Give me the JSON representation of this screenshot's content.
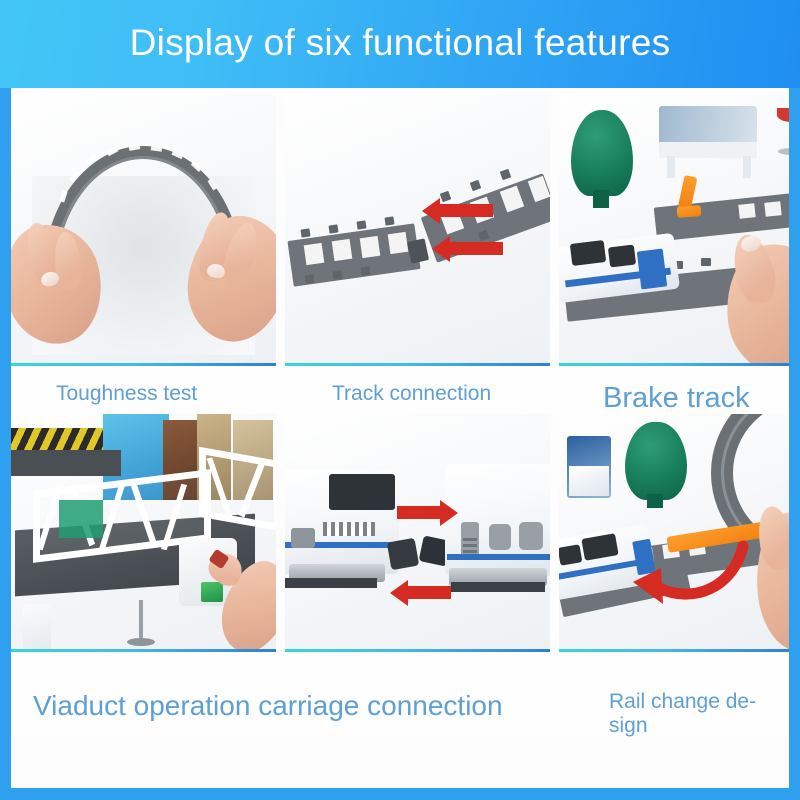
{
  "banner": {
    "title": "Display of six functional features",
    "gradient_from": "#43c6f7",
    "gradient_to": "#1f8ef1"
  },
  "page": {
    "border_color": "#2f9ff0",
    "board_background": "#fdfdfd",
    "caption_color": "#5e9fd4",
    "divider_gradient_from": "#34d9d4",
    "divider_gradient_to": "#2f7fd8"
  },
  "features": [
    {
      "id": "toughness-test",
      "caption": "Toughness test",
      "row": 1,
      "column": 1,
      "scene": "two hands bending a gray plastic track into an arch over a white surface"
    },
    {
      "id": "track-connection",
      "caption": "Track connection",
      "row": 1,
      "column": 2,
      "scene": "two gray track segments joining, two red arrows pointing left at the joint",
      "arrows": [
        "left",
        "left"
      ],
      "arrow_color": "#d62b22"
    },
    {
      "id": "brake-track",
      "caption": "Brake track",
      "row": 1,
      "column": 3,
      "scene": "white and blue train on gray track with orange brake levers, green tree, a hand pressing the lever",
      "accent_color": "#ef7f12"
    },
    {
      "id": "viaduct-operation",
      "caption": "Viaduct operation carriage connection",
      "row": 2,
      "column": 1,
      "scene": "white truss viaduct bridge over gray roadway with blue city buildings backdrop and a hand pressing a green button"
    },
    {
      "id": "carriage-connection",
      "caption": "",
      "row": 2,
      "column": 2,
      "scene": "two white train carriages with couplers facing each other, red arrow pointing right above and red arrow pointing left below",
      "arrows": [
        "right",
        "left"
      ],
      "arrow_color": "#d62b22"
    },
    {
      "id": "rail-change-design",
      "caption": "Rail change de-\nsign",
      "row": 2,
      "column": 3,
      "scene": "hand moving an orange rail switch lever on a curved gray track, white train, green tree, red curved arrow",
      "accent_color": "#ef7f12"
    }
  ],
  "captions": {
    "row1": [
      {
        "text": "Toughness test",
        "size": "medium"
      },
      {
        "text": "Track connection",
        "size": "medium"
      },
      {
        "text": "Brake track",
        "size": "large"
      }
    ],
    "row2": [
      {
        "text": "Viaduct operation carriage connection",
        "size": "wide"
      },
      {
        "text": "Rail change de-\nsign",
        "size": "small"
      }
    ]
  }
}
